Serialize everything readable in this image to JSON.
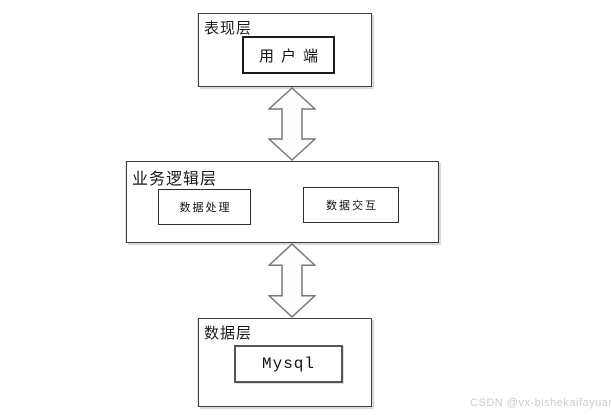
{
  "diagram": {
    "layers": {
      "presentation": {
        "title": "表现层",
        "nodes": [
          "用户端"
        ]
      },
      "business": {
        "title": "业务逻辑层",
        "nodes": [
          "数据处理",
          "数据交互"
        ]
      },
      "data": {
        "title": "数据层",
        "nodes": [
          "Mysql"
        ]
      }
    },
    "connectors": [
      {
        "from": "表现层",
        "to": "业务逻辑层",
        "type": "bidirectional-block-arrow"
      },
      {
        "from": "业务逻辑层",
        "to": "数据层",
        "type": "bidirectional-block-arrow"
      }
    ],
    "colors": {
      "box_border": "#3f3f3f",
      "box_shadow": "#d9d9d9",
      "arrow_stroke": "#7a7a7a",
      "arrow_fill": "#fdfdfd"
    }
  },
  "watermark": {
    "text": "CSDN @vx-bishekaifayuan",
    "color": "#cdcdcd"
  }
}
